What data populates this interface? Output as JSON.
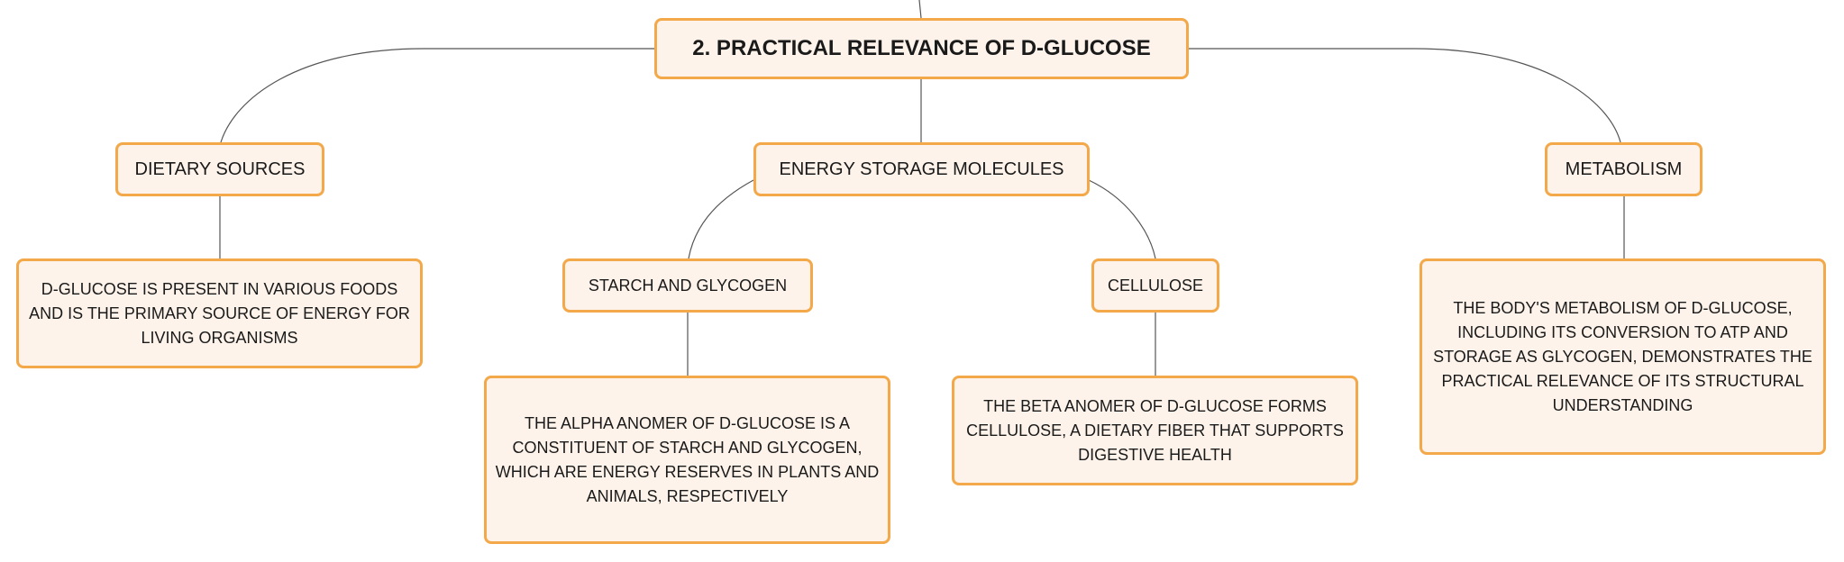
{
  "root": {
    "label": "2. PRACTICAL RELEVANCE OF D-GLUCOSE"
  },
  "branches": {
    "dietary_sources": {
      "label": "DIETARY SOURCES",
      "detail": "D-GLUCOSE IS PRESENT IN VARIOUS FOODS AND IS THE PRIMARY SOURCE OF ENERGY FOR LIVING ORGANISMS"
    },
    "energy_storage": {
      "label": "ENERGY STORAGE MOLECULES",
      "children": {
        "starch_glycogen": {
          "label": "STARCH AND GLYCOGEN",
          "detail": "THE ALPHA ANOMER OF D-GLUCOSE IS A CONSTITUENT OF STARCH AND GLYCOGEN, WHICH ARE ENERGY RESERVES IN PLANTS AND ANIMALS, RESPECTIVELY"
        },
        "cellulose": {
          "label": "CELLULOSE",
          "detail": "THE BETA ANOMER OF D-GLUCOSE FORMS CELLULOSE, A DIETARY FIBER THAT SUPPORTS DIGESTIVE HEALTH"
        }
      }
    },
    "metabolism": {
      "label": "METABOLISM",
      "detail": "THE BODY'S METABOLISM OF D-GLUCOSE, INCLUDING ITS CONVERSION TO ATP AND STORAGE AS GLYCOGEN, DEMONSTRATES THE PRACTICAL RELEVANCE OF ITS STRUCTURAL UNDERSTANDING"
    }
  },
  "colors": {
    "node_fill": "#fdf3ea",
    "node_border": "#f3a84a",
    "connector": "#555555",
    "text": "#1a1a1a"
  }
}
